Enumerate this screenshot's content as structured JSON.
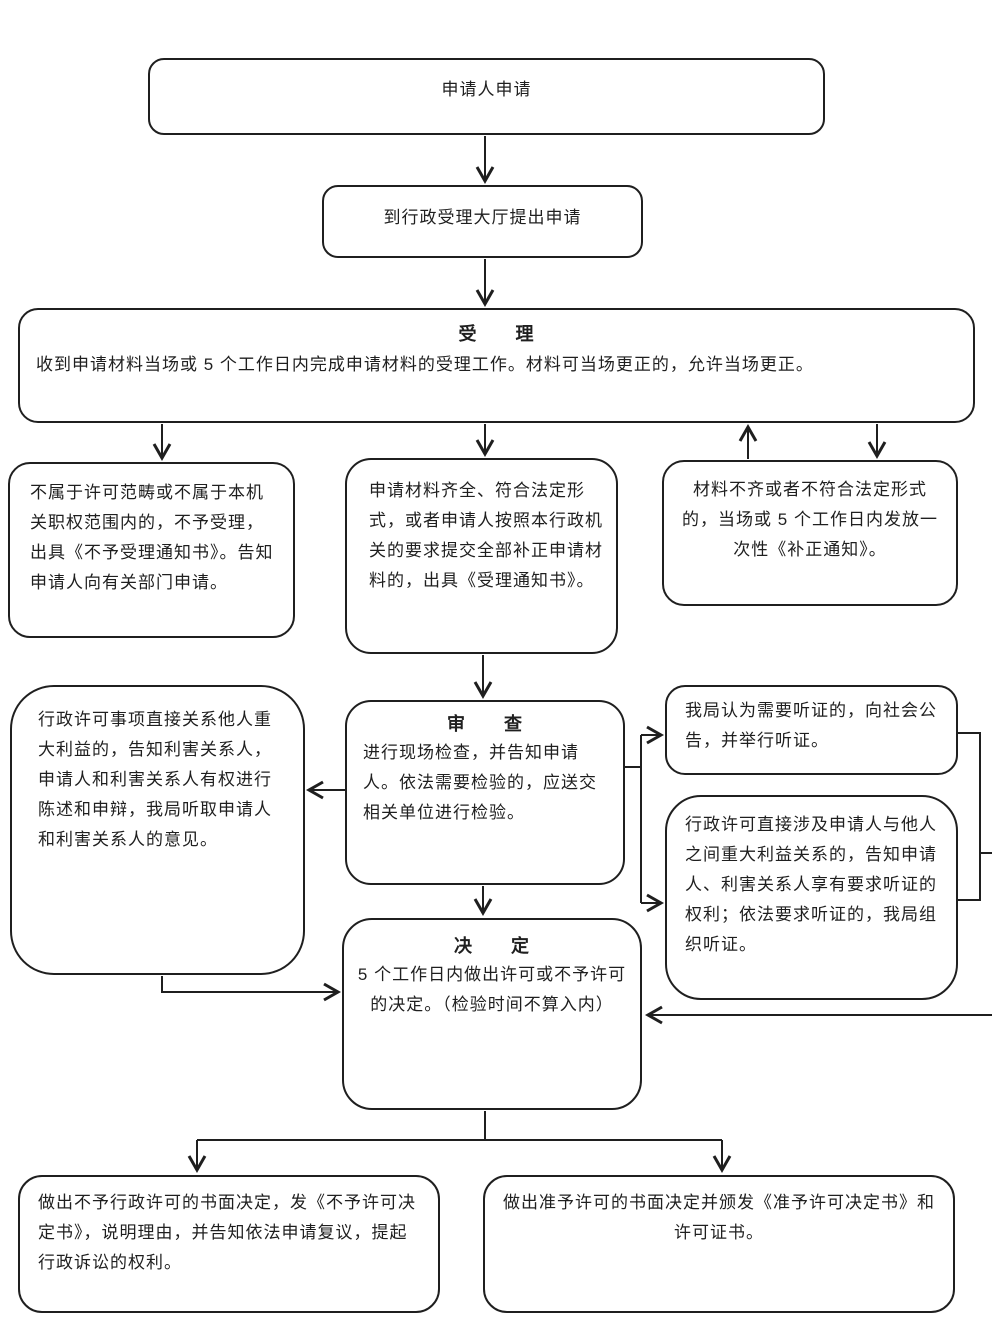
{
  "meta": {
    "background_color": "#ffffff",
    "line_color": "#1f1f1f"
  },
  "flowchart": {
    "apply": {
      "text": "申请人申请"
    },
    "hall": {
      "text": "到行政受理大厅提出申请"
    },
    "accept": {
      "title": "受　　理",
      "text": "收到申请材料当场或 5 个工作日内完成申请材料的受理工作。材料可当场更正的，允许当场更正。"
    },
    "reject_accept": {
      "text": "不属于许可范畴或不属于本机关职权范围内的，不予受理，出具《不予受理通知书》。告知申请人向有关部门申请。"
    },
    "complete_materials": {
      "text": "申请材料齐全、符合法定形式，或者申请人按照本行政机关的要求提交全部补正申请材料的，出具《受理通知书》。"
    },
    "incomplete_materials": {
      "text": "材料不齐或者不符合法定形式的，当场或 5 个工作日内发放一次性《补正通知》。"
    },
    "stakeholder": {
      "text": "行政许可事项直接关系他人重大利益的，告知利害关系人，申请人和利害关系人有权进行陈述和申辩，我局听取申请人和利害关系人的意见。"
    },
    "review": {
      "title": "审　　查",
      "text": "进行现场检查，并告知申请人。依法需要检验的，应送交相关单位进行检验。"
    },
    "hearing_public": {
      "text": "我局认为需要听证的，向社会公告，并举行听证。"
    },
    "hearing_rights": {
      "text": "行政许可直接涉及申请人与他人之间重大利益关系的，告知申请人、利害关系人享有要求听证的权利；依法要求听证的，我局组织听证。"
    },
    "decision": {
      "title": "决　　定",
      "text": "5 个工作日内做出许可或不予许可的决定。（检验时间不算入内）"
    },
    "deny": {
      "text": "做出不予行政许可的书面决定，发《不予许可决定书》，说明理由，并告知依法申请复议，提起行政诉讼的权利。"
    },
    "grant": {
      "text": "做出准予许可的书面决定并颁发《准予许可决定书》和许可证书。"
    }
  }
}
